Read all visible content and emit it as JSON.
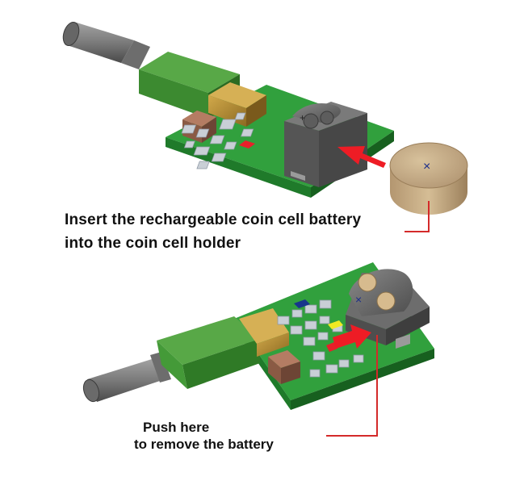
{
  "captions": {
    "insert_line1": "Insert the rechargeable coin cell battery",
    "insert_line2": "into the coin cell holder",
    "push_line1": "Push here",
    "push_line2": "to remove the battery"
  },
  "battery_mark": "×",
  "holder_mark": "+",
  "colors": {
    "pcb": "#2f9a3a",
    "usb_body": "#3f8f32",
    "usb_connector": "#b58a2e",
    "cable": "#7e7e7e",
    "holder": "#656565",
    "battery": "#c4a882",
    "arrow": "#ee1c25",
    "callout_line": "#d42a2a",
    "component_gray": "#c6ccd4",
    "inductor": "#8a5a44",
    "led_red": "#e8202a",
    "led_yellow": "#f0ea22",
    "led_blue": "#17358c"
  }
}
